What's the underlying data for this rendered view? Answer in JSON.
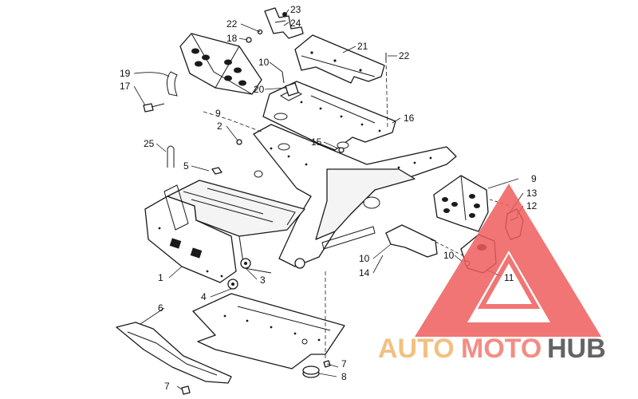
{
  "diagram": {
    "callouts": [
      {
        "id": "c23",
        "label": "23"
      },
      {
        "id": "c24",
        "label": "24"
      },
      {
        "id": "c22a",
        "label": "22"
      },
      {
        "id": "c18",
        "label": "18"
      },
      {
        "id": "c21",
        "label": "21"
      },
      {
        "id": "c22b",
        "label": "22"
      },
      {
        "id": "c19",
        "label": "19"
      },
      {
        "id": "c17",
        "label": "17"
      },
      {
        "id": "c10a",
        "label": "10"
      },
      {
        "id": "c20",
        "label": "20"
      },
      {
        "id": "c9a",
        "label": "9"
      },
      {
        "id": "c16",
        "label": "16"
      },
      {
        "id": "c2",
        "label": "2"
      },
      {
        "id": "c15",
        "label": "15"
      },
      {
        "id": "c25",
        "label": "25"
      },
      {
        "id": "c5",
        "label": "5"
      },
      {
        "id": "c9b",
        "label": "9"
      },
      {
        "id": "c13",
        "label": "13"
      },
      {
        "id": "c12",
        "label": "12"
      },
      {
        "id": "c10b",
        "label": "10"
      },
      {
        "id": "c14",
        "label": "14"
      },
      {
        "id": "c10c",
        "label": "10"
      },
      {
        "id": "c11",
        "label": "11"
      },
      {
        "id": "c1",
        "label": "1"
      },
      {
        "id": "c3",
        "label": "3"
      },
      {
        "id": "c4",
        "label": "4"
      },
      {
        "id": "c6",
        "label": "6"
      },
      {
        "id": "c7a",
        "label": "7"
      },
      {
        "id": "c8",
        "label": "8"
      },
      {
        "id": "c7b",
        "label": "7"
      }
    ]
  },
  "watermark": {
    "part1": "AUTO",
    "part2": "MOTO",
    "part3": "HUB",
    "color_auto": "#f0b66a",
    "color_moto": "#f07a6e",
    "color_hub": "#4a4a4a",
    "triangle_color": "#ef5d5d"
  }
}
